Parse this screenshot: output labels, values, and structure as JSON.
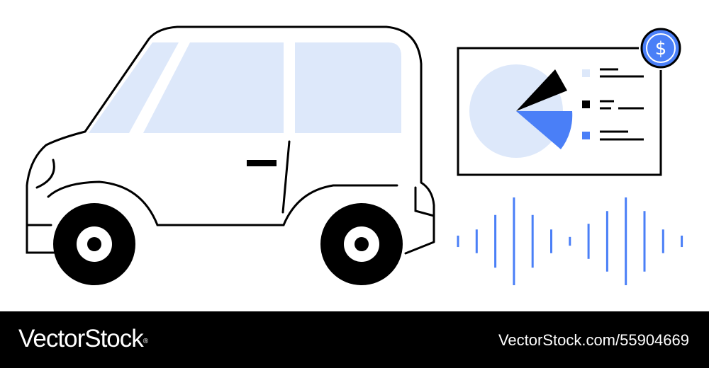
{
  "colors": {
    "accent": "#4a7ff7",
    "light": "#dde8fa",
    "ink": "#000000",
    "footer_bg": "#000000",
    "footer_text": "#ffffff"
  },
  "badge": {
    "symbol": "$",
    "icon": "dollar-icon"
  },
  "footer": {
    "brand": "VectorStock",
    "brand_mark": "®",
    "image_id": "VectorStock.com/55904669"
  },
  "sound_wave": {
    "bar_levels": [
      0.13,
      0.27,
      0.6,
      1.0,
      0.6,
      0.27,
      0.1,
      0.4,
      0.69,
      1.0,
      0.69,
      0.27,
      0.13
    ]
  }
}
